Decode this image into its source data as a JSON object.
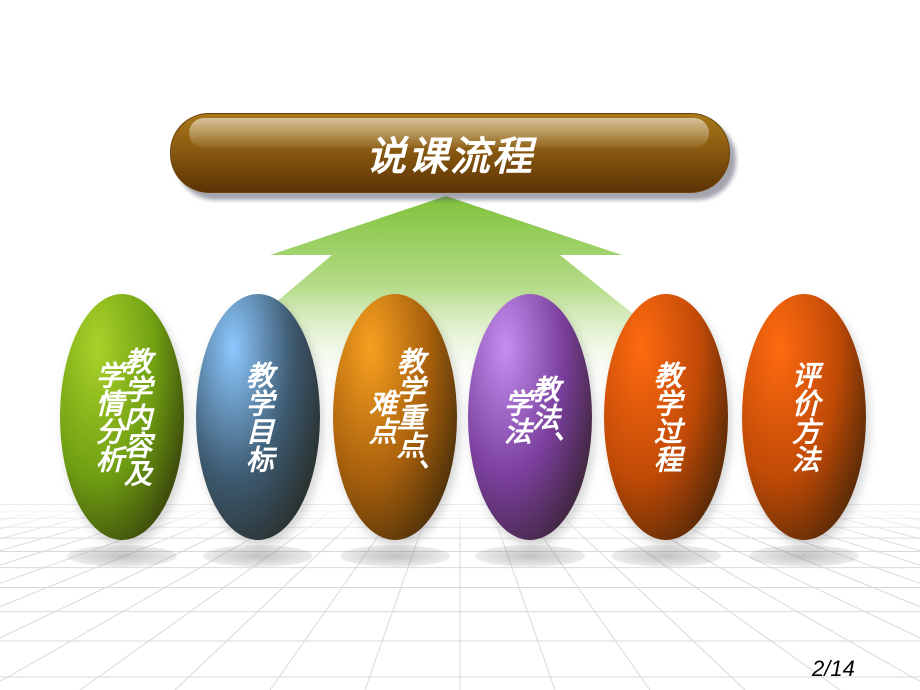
{
  "title": "说课流程",
  "steps": [
    {
      "label": "教学内容及学情分析",
      "columns": [
        "教学内容及",
        "学情分析"
      ],
      "color": "#6f9e12"
    },
    {
      "label": "教学目标",
      "columns": [
        "教学目标"
      ],
      "color": "#3d5a70"
    },
    {
      "label": "教学重点、难点",
      "columns": [
        "教学重点、",
        "难点"
      ],
      "color": "#a8600c"
    },
    {
      "label": "教法、学法",
      "columns": [
        "教法、",
        "学法"
      ],
      "color": "#7a3f9c"
    },
    {
      "label": "教学过程",
      "columns": [
        "教学过程"
      ],
      "color": "#c04a06"
    },
    {
      "label": "评价方法",
      "columns": [
        "评价方法"
      ],
      "color": "#c04a06"
    }
  ],
  "page_number": "2/14"
}
